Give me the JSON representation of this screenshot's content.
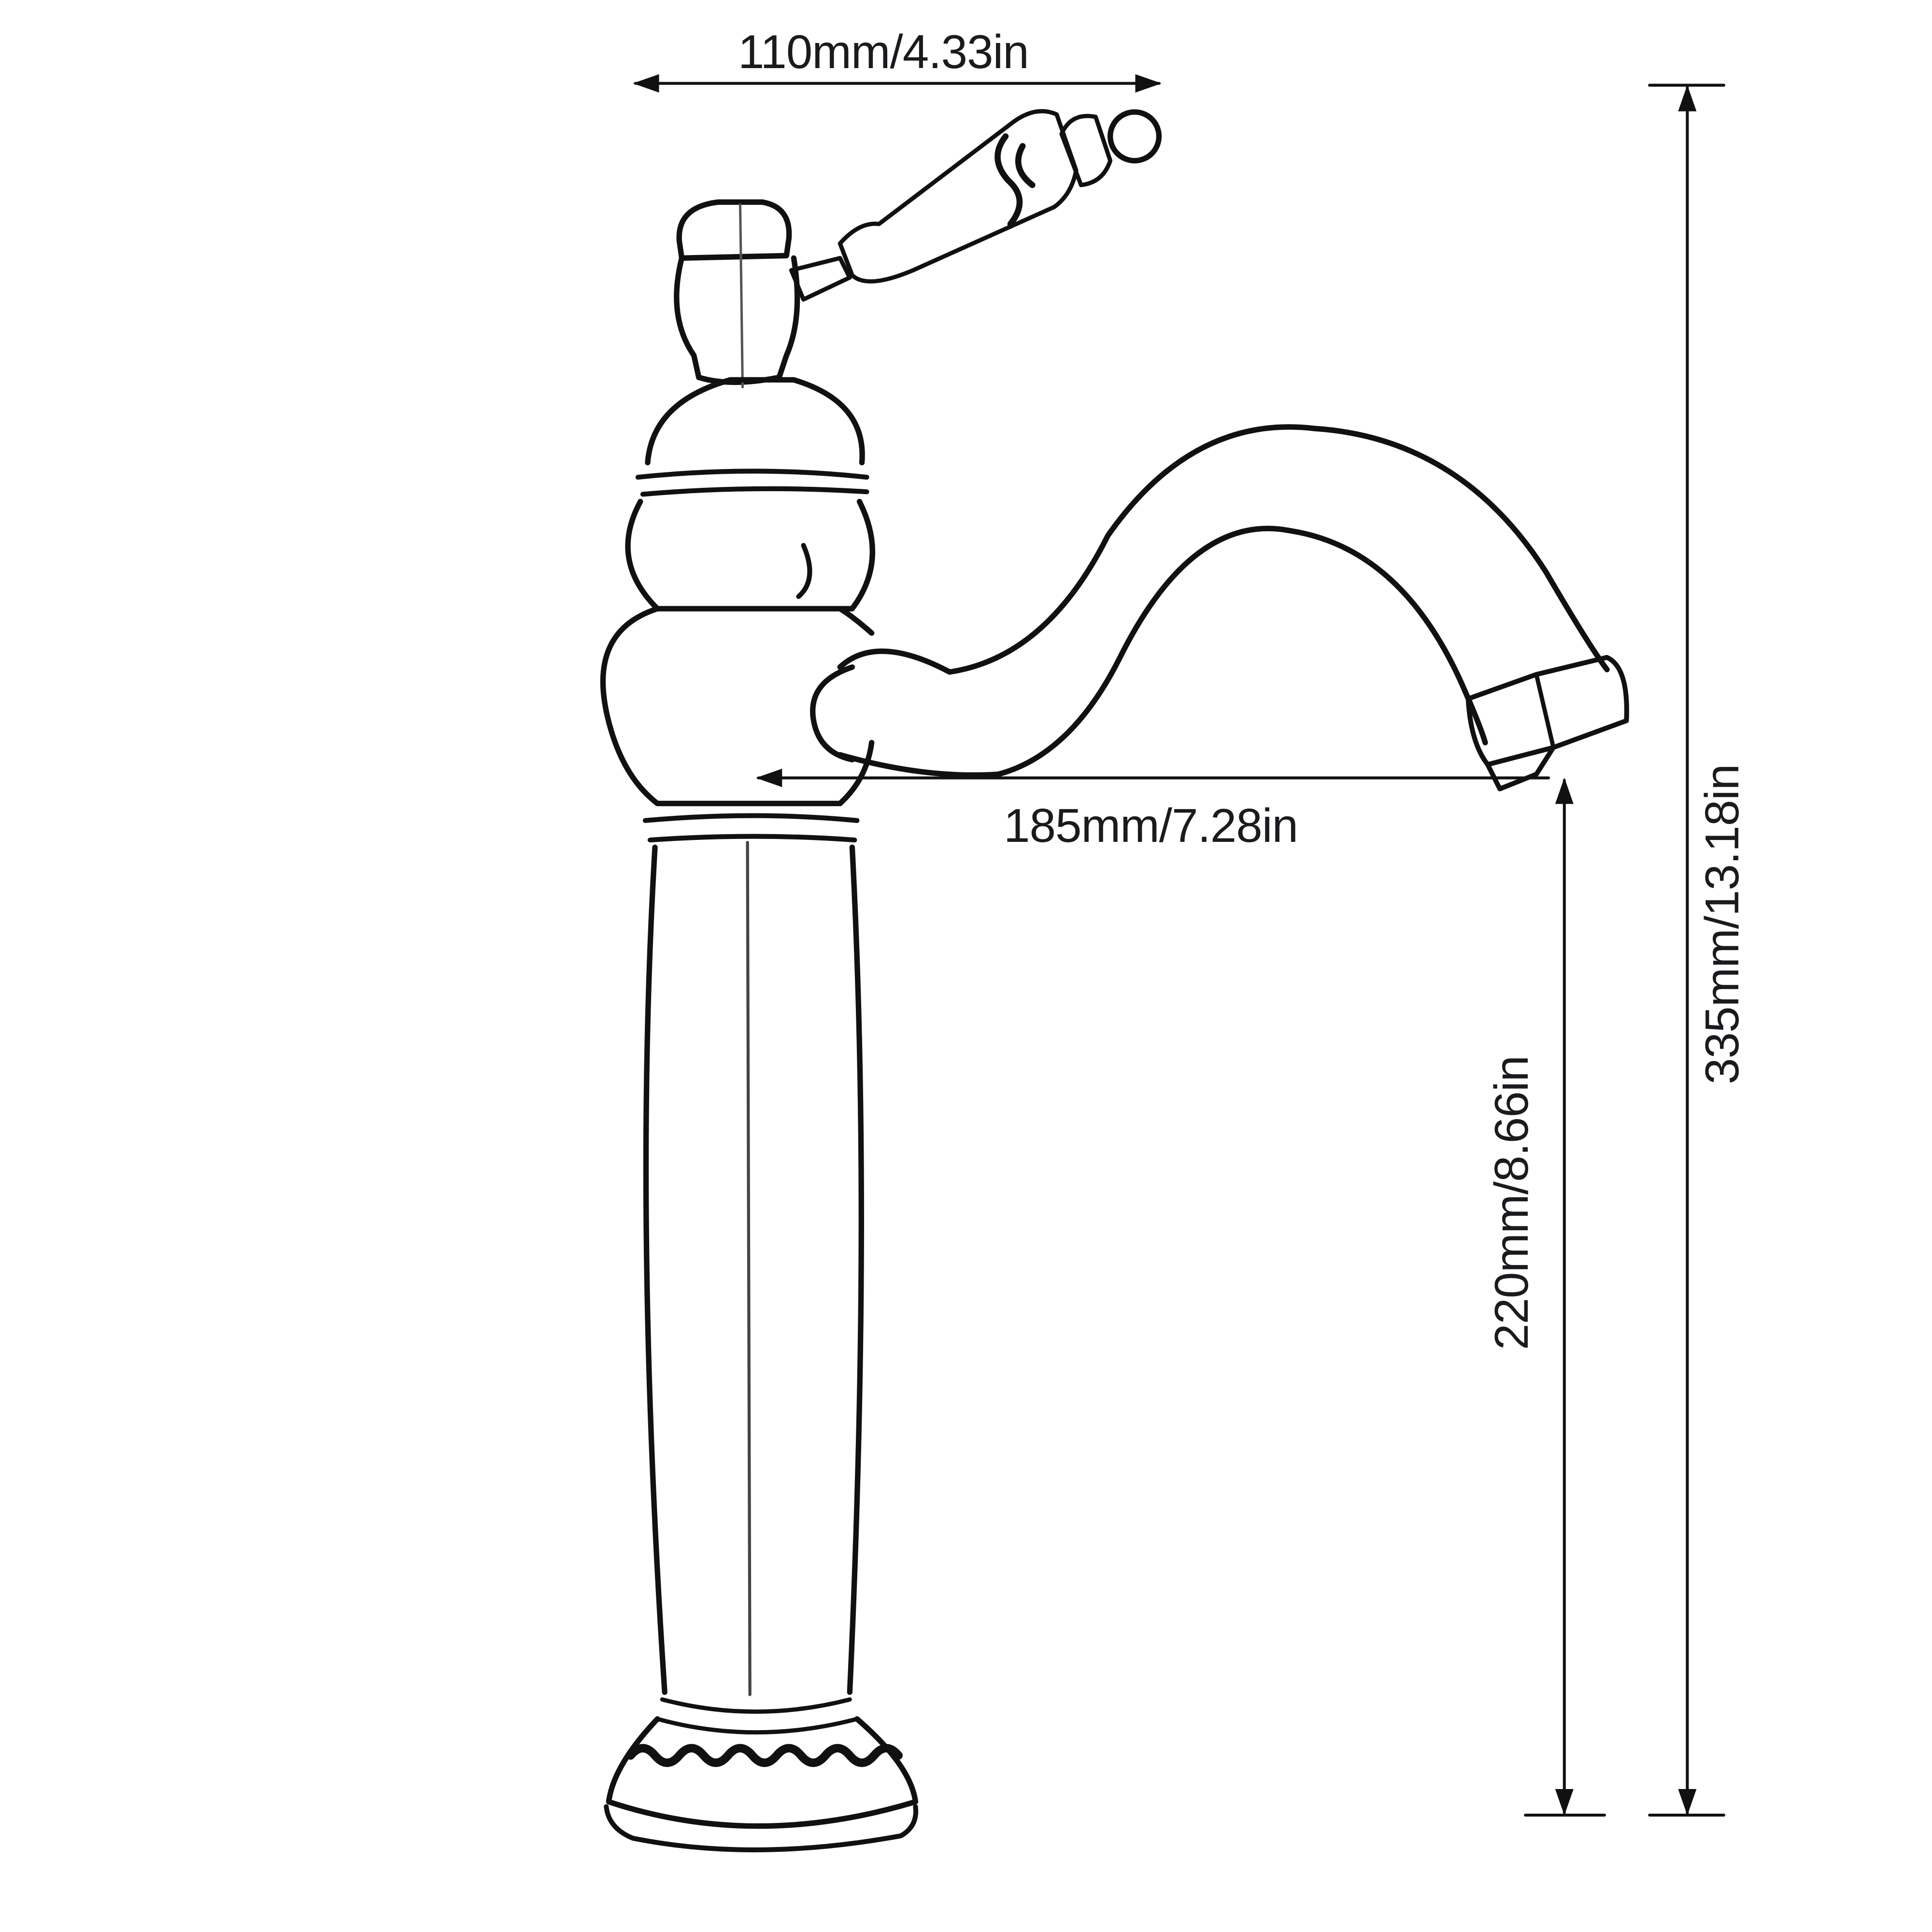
{
  "diagram": {
    "subject": "Single-handle tall basin faucet with porcelain lever handle, swivel spout and ornamented base",
    "line_color": "#111111",
    "background": "#ffffff"
  },
  "dimensions": {
    "handle_reach": {
      "label": "110mm/4.33in",
      "mm": 110,
      "in": 4.33,
      "orientation": "horizontal"
    },
    "spout_reach": {
      "label": "185mm/7.28in",
      "mm": 185,
      "in": 7.28,
      "orientation": "horizontal"
    },
    "spout_height": {
      "label": "220mm/8.66in",
      "mm": 220,
      "in": 8.66,
      "orientation": "vertical"
    },
    "total_height": {
      "label": "335mm/13.18in",
      "mm": 335,
      "in": 13.18,
      "orientation": "vertical"
    }
  }
}
